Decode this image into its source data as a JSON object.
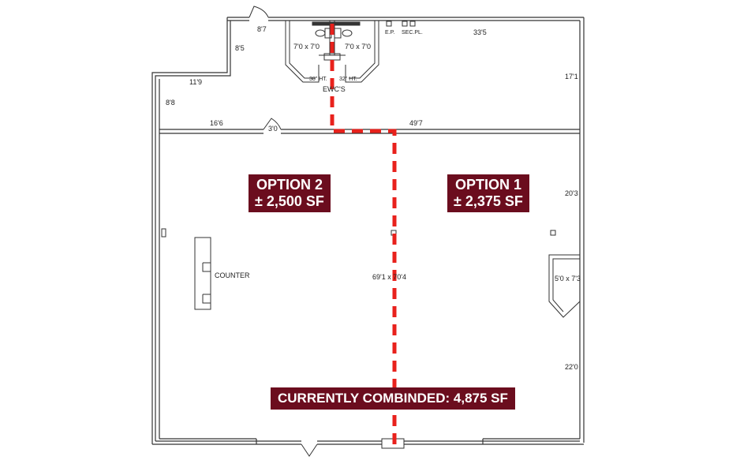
{
  "labels": {
    "top_corridor": "8'7",
    "left_upper_side": "8'5",
    "restroom_left": "7'0 x 7'0",
    "restroom_right": "7'0 x 7'0",
    "ep": "E.P.",
    "sec_pl": "SEC.PL.",
    "top_width": "33'5",
    "west_width": "11'9",
    "west_side": "8'8",
    "right_upper": "17'1",
    "ht_left": "38\" HT.",
    "ht_right": "32\" HT.",
    "ewcs": "EWC'S",
    "mid_left": "16'6",
    "door_width": "3'0",
    "mid_right": "49'7",
    "right_mid": "20'3",
    "counter": "COUNTER",
    "main_room": "69'1 x 70'4",
    "closet": "5'0 x 7'3",
    "right_lower": "22'0"
  },
  "badges": {
    "option2_title": "OPTION 2",
    "option2_area": "± 2,500 SF",
    "option1_title": "OPTION 1",
    "option1_area": "± 2,375 SF",
    "combined": "CURRENTLY COMBINDED: 4,875 SF"
  },
  "colors": {
    "badge_bg": "#6b0d1e",
    "divider": "#e8211c",
    "walls": "#333333"
  }
}
